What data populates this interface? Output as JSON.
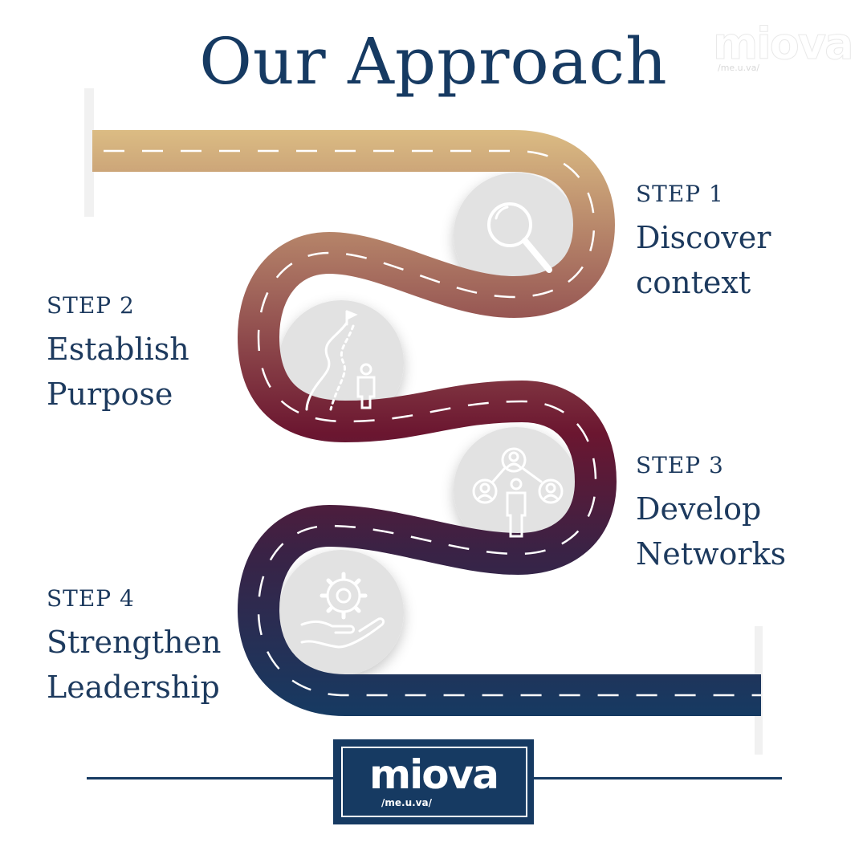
{
  "title": "Our Approach",
  "watermark": {
    "brand": "miova",
    "pronunciation": "/me.u.va/"
  },
  "steps": [
    {
      "number": "STEP 1",
      "line1": "Discover",
      "line2": "context",
      "icon": "magnifier-icon"
    },
    {
      "number": "STEP 2",
      "line1": "Establish",
      "line2": "Purpose",
      "icon": "winding-path-person-icon"
    },
    {
      "number": "STEP 3",
      "line1": "Develop",
      "line2": "Networks",
      "icon": "people-network-icon"
    },
    {
      "number": "STEP 4",
      "line1": "Strengthen",
      "line2": "Leadership",
      "icon": "gear-in-hand-icon"
    }
  ],
  "logo": {
    "brand": "miova",
    "pronunciation": "/me.u.va/"
  },
  "colors": {
    "navy": "#163a62",
    "road_gradient": [
      "#dcbd84",
      "#a0645a",
      "#6b1630",
      "#3a2245",
      "#163a62"
    ],
    "circle": "#e2e2e2",
    "dash": "#ffffff"
  }
}
